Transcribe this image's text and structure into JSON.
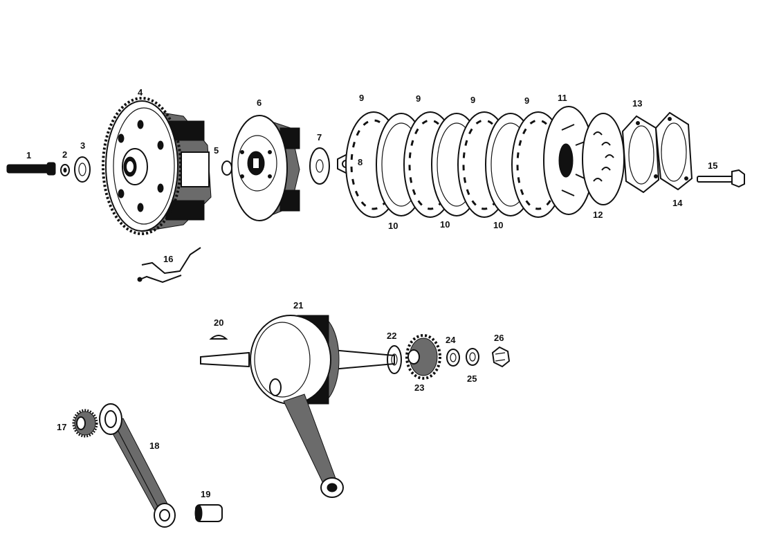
{
  "callouts": {
    "p1": "1",
    "p2": "2",
    "p3": "3",
    "p4": "4",
    "p5": "5",
    "p6": "6",
    "p7": "7",
    "p8": "8",
    "p9a": "9",
    "p9b": "9",
    "p9c": "9",
    "p9d": "9",
    "p10a": "10",
    "p10b": "10",
    "p10c": "10",
    "p11": "11",
    "p12": "12",
    "p13": "13",
    "p14": "14",
    "p15": "15",
    "p16": "16",
    "p17": "17",
    "p18": "18",
    "p19": "19",
    "p20": "20",
    "p21": "21",
    "p22": "22",
    "p23": "23",
    "p24": "24",
    "p25": "25",
    "p26": "26"
  },
  "colors": {
    "ink": "#111111",
    "paper": "#ffffff",
    "shade": "#6b6b6b"
  }
}
